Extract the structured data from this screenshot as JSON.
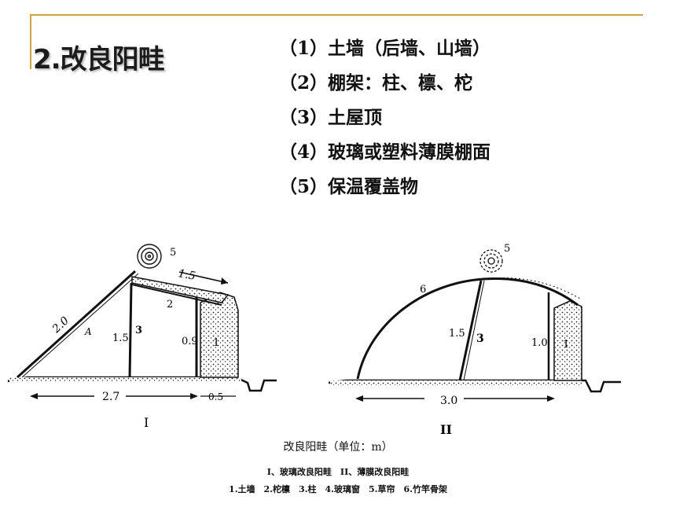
{
  "slide": {
    "title": "2.改良阳畦",
    "bullets": [
      "（1）土墙（后墙、山墙）",
      "（2）棚架：柱、檩、柁",
      "（3）土屋顶",
      "（4）玻璃或塑料薄膜棚面",
      "（5）保温覆盖物"
    ],
    "accent_color": "#d9a430"
  },
  "diagram": {
    "left": {
      "roman": "I",
      "labels": {
        "slope": "2.0",
        "span": "A",
        "roof_len": "1.5",
        "post_h": "1.5",
        "post_num": "3",
        "wall_h": "0.9",
        "wall_num": "1",
        "rafter_num": "2",
        "cover_num": "5",
        "width": "2.7",
        "wall_w": "0.5"
      }
    },
    "right": {
      "roman": "II",
      "labels": {
        "frame_num": "6",
        "cover_num": "5",
        "post_h": "1.5",
        "post_num": "3",
        "wall_h": "1.0",
        "wall_num": "1",
        "width": "3.0"
      }
    }
  },
  "caption": {
    "main": "改良阳畦（单位：m）",
    "types": "I、玻璃改良阳畦　II、薄膜改良阳畦",
    "legend": "1.土墙　2.柁檩　3.柱　4.玻璃窗　5.草帘　6.竹竿骨架"
  }
}
